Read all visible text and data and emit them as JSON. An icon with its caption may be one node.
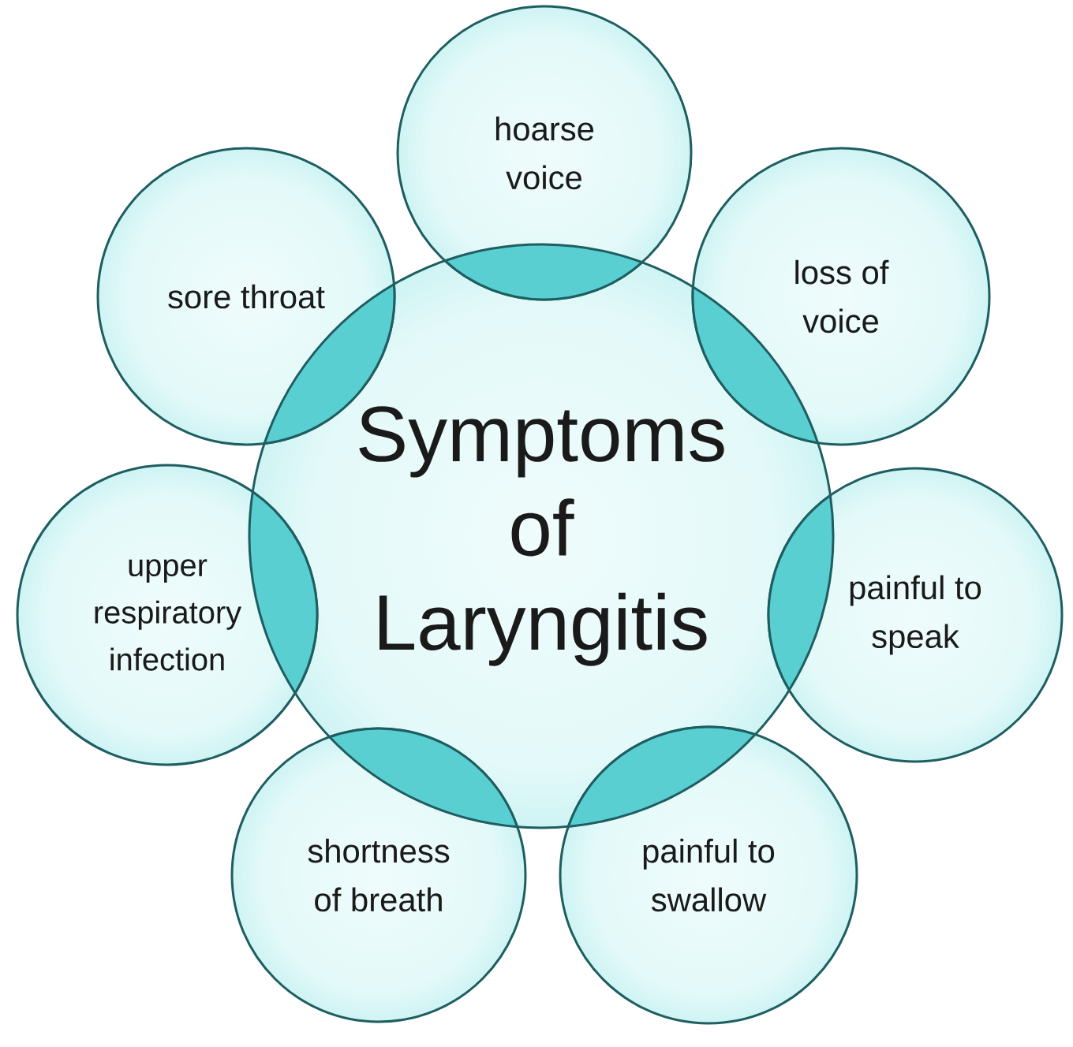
{
  "diagram": {
    "nodes": [
      {
        "text": [
          "Symptoms of Laryngitis"
        ]
      },
      {
        "text": [
          "hoarse voice"
        ]
      },
      {
        "text": [
          "sore throat"
        ]
      },
      {
        "text": [
          "loss of voice"
        ]
      },
      {
        "text": [
          "upper respiratory infection"
        ]
      },
      {
        "text": [
          "painful to speak"
        ]
      },
      {
        "text": [
          "shortness of breath"
        ]
      },
      {
        "text": [
          "painful to swallow"
        ]
      }
    ]
  }
}
